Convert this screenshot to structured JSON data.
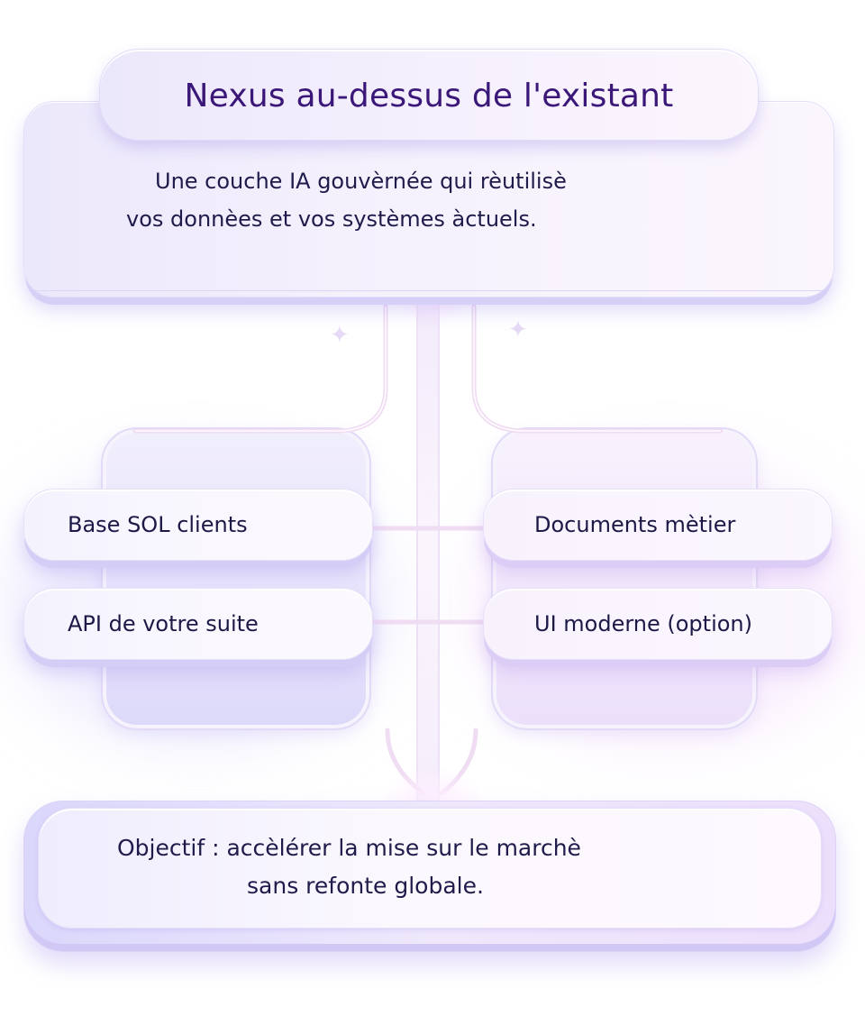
{
  "header": {
    "title": "Nexus au-dessus de l'existant",
    "subtitle_line1": "Une couche IA gouvèrnée qui rèutilisè",
    "subtitle_line2": "vos donnèes et vos systèmes àctuels."
  },
  "sources": {
    "left": [
      {
        "label": "Base SOL clients"
      },
      {
        "label": "API de votre suite"
      }
    ],
    "right": [
      {
        "label": "Documents mètier"
      },
      {
        "label": "UI moderne (option)"
      }
    ]
  },
  "objective": {
    "line1": "Objectif : accèlérer la mise sur le marchè",
    "line2": "sans refonte globale."
  },
  "decorations": {
    "sparkle_icon": "✦"
  },
  "colors": {
    "title": "#3a1778",
    "text": "#1f1b4b",
    "card_lavender": "#ece8fb",
    "card_pink": "#fbf6fd",
    "shadow_violet": "#d6cff6"
  }
}
